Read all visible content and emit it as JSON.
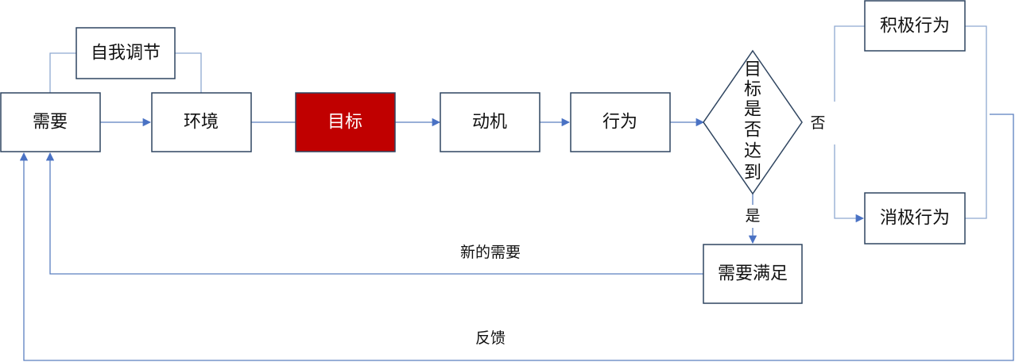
{
  "nodes": {
    "need": "需要",
    "self_regulation": "自我调节",
    "environment": "环境",
    "goal": "目标",
    "motive": "动机",
    "behavior": "行为",
    "decision": [
      "目",
      "标",
      "是",
      "否",
      "达",
      "到"
    ],
    "positive_behavior": "积极行为",
    "negative_behavior": "消极行为",
    "need_satisfied": "需要满足"
  },
  "edge_labels": {
    "no": "否",
    "yes": "是",
    "new_need": "新的需要",
    "feedback": "反馈"
  },
  "colors": {
    "highlight": "#c00000",
    "box_border": "#2f4560",
    "edge": "#8fa9d1",
    "arrow": "#5a7fbf"
  }
}
